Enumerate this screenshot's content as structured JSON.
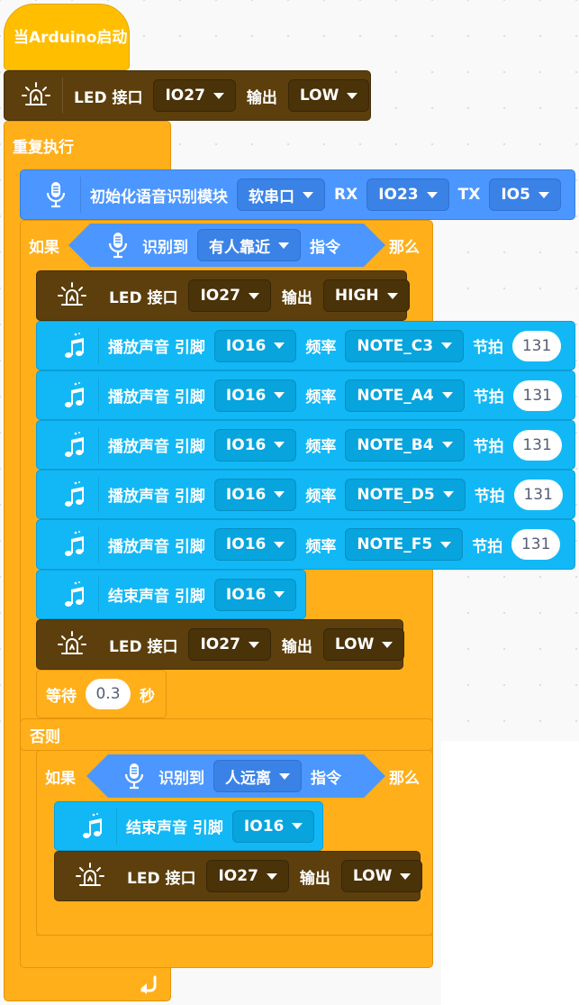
{
  "hat": {
    "label": "当Arduino启动"
  },
  "setup_led": {
    "label": "LED 接口",
    "pin": "IO27",
    "output_label": "输出",
    "value": "LOW"
  },
  "forever": {
    "label": "重复执行"
  },
  "voice_init": {
    "label": "初始化语音识别模块",
    "port": "软串口",
    "rx_label": "RX",
    "rx": "IO23",
    "tx_label": "TX",
    "tx": "IO5"
  },
  "if1": {
    "if_label": "如果",
    "recognized": "识别到",
    "command": "有人靠近",
    "command_label": "指令",
    "then_label": "那么"
  },
  "led_high": {
    "label": "LED 接口",
    "pin": "IO27",
    "output_label": "输出",
    "value": "HIGH"
  },
  "play_blocks": [
    {
      "label": "播放声音 引脚",
      "pin": "IO16",
      "freq_label": "频率",
      "note": "NOTE_C3",
      "beat_label": "节拍",
      "beat": "131"
    },
    {
      "label": "播放声音 引脚",
      "pin": "IO16",
      "freq_label": "频率",
      "note": "NOTE_A4",
      "beat_label": "节拍",
      "beat": "131"
    },
    {
      "label": "播放声音 引脚",
      "pin": "IO16",
      "freq_label": "频率",
      "note": "NOTE_B4",
      "beat_label": "节拍",
      "beat": "131"
    },
    {
      "label": "播放声音 引脚",
      "pin": "IO16",
      "freq_label": "频率",
      "note": "NOTE_D5",
      "beat_label": "节拍",
      "beat": "131"
    },
    {
      "label": "播放声音 引脚",
      "pin": "IO16",
      "freq_label": "频率",
      "note": "NOTE_F5",
      "beat_label": "节拍",
      "beat": "131"
    }
  ],
  "stop_sound1": {
    "label": "结束声音 引脚",
    "pin": "IO16"
  },
  "led_low1": {
    "label": "LED 接口",
    "pin": "IO27",
    "output_label": "输出",
    "value": "LOW"
  },
  "wait": {
    "label": "等待",
    "value": "0.3",
    "unit": "秒"
  },
  "else_label": "否则",
  "if2": {
    "if_label": "如果",
    "recognized": "识别到",
    "command": "人远离",
    "command_label": "指令",
    "then_label": "那么"
  },
  "stop_sound2": {
    "label": "结束声音 引脚",
    "pin": "IO16"
  },
  "led_low2": {
    "label": "LED 接口",
    "pin": "IO27",
    "output_label": "输出",
    "value": "LOW"
  },
  "loop_arrow_icon": "loop-arrow-icon",
  "colors": {
    "event": "#ffbf00",
    "control": "#ffaf1a",
    "led": "#5c3f0c",
    "voice": "#4c97ff",
    "sound": "#12b8f5"
  }
}
